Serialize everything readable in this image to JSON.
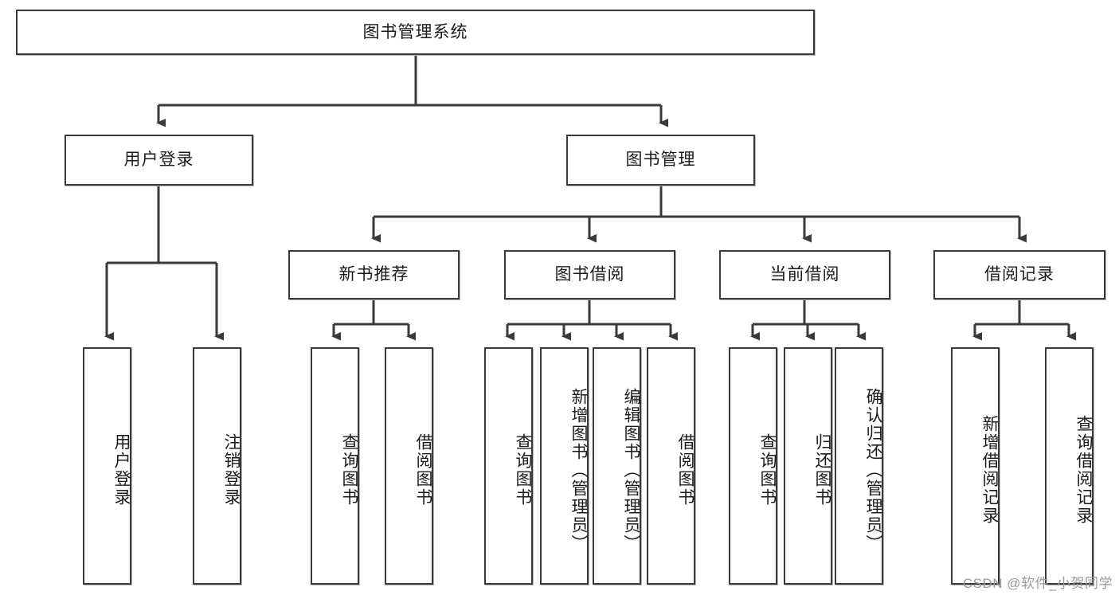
{
  "diagram": {
    "title": "图书管理系统",
    "root": {
      "label": "图书管理系统"
    },
    "level2": [
      {
        "label": "用户登录"
      },
      {
        "label": "图书管理"
      }
    ],
    "level3": [
      {
        "label": "新书推荐"
      },
      {
        "label": "图书借阅"
      },
      {
        "label": "当前借阅"
      },
      {
        "label": "借阅记录"
      }
    ],
    "leaves": {
      "user_login": [
        {
          "label": "用户登录"
        },
        {
          "label": "注销登录"
        }
      ],
      "new_book_recommend": [
        {
          "label": "查询图书"
        },
        {
          "label": "借阅图书"
        }
      ],
      "book_borrow": [
        {
          "label": "查询图书"
        },
        {
          "label": "新增图书（管理员）"
        },
        {
          "label": "编辑图书（管理员）"
        },
        {
          "label": "借阅图书"
        }
      ],
      "current_borrow": [
        {
          "label": "查询图书"
        },
        {
          "label": "归还图书"
        },
        {
          "label": "确认归还（管理员）"
        }
      ],
      "borrow_record": [
        {
          "label": "新增借阅记录"
        },
        {
          "label": "查询借阅记录"
        }
      ]
    }
  },
  "watermark": {
    "text": "CSDN @软件_小贺同学"
  },
  "colors": {
    "stroke": "#3a3a3a",
    "text": "#1b1b1b",
    "background": "#ffffff",
    "watermark": "#9a9a9a"
  }
}
